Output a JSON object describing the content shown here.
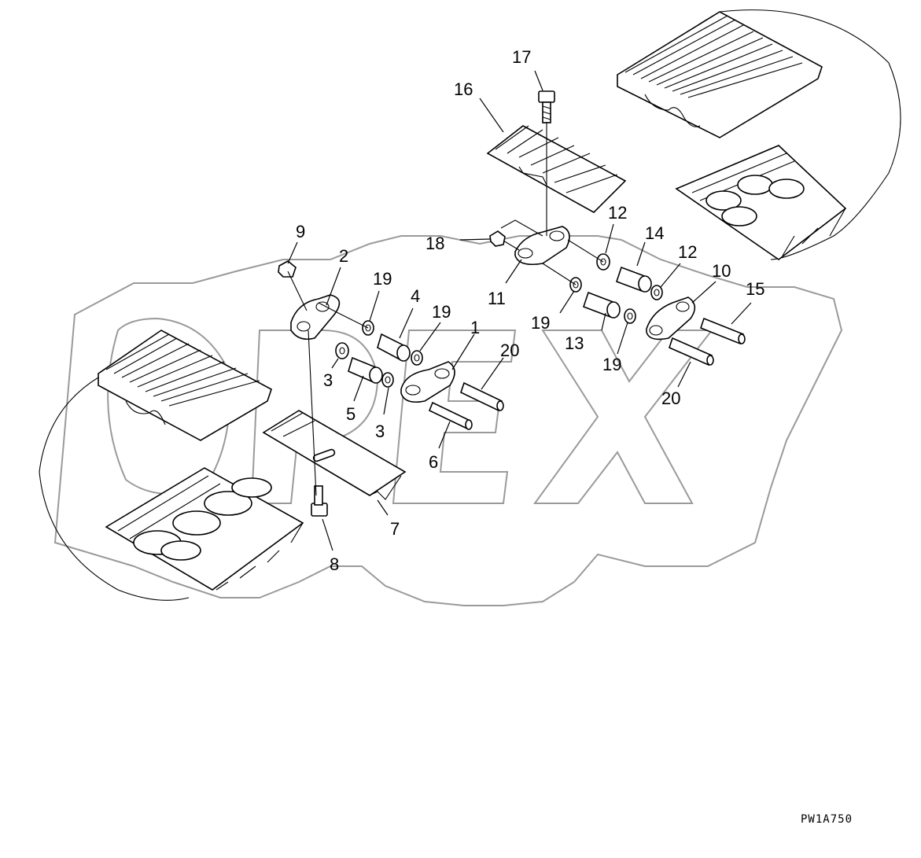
{
  "watermark": {
    "text": "OPEX",
    "color": "#9a9a9a"
  },
  "drawing_code": "PW1A750",
  "callouts": [
    {
      "id": "17",
      "label": "17"
    },
    {
      "id": "16",
      "label": "16"
    },
    {
      "id": "12a",
      "label": "12"
    },
    {
      "id": "14",
      "label": "14"
    },
    {
      "id": "12b",
      "label": "12"
    },
    {
      "id": "10",
      "label": "10"
    },
    {
      "id": "15",
      "label": "15"
    },
    {
      "id": "9",
      "label": "9"
    },
    {
      "id": "2",
      "label": "2"
    },
    {
      "id": "18",
      "label": "18"
    },
    {
      "id": "11",
      "label": "11"
    },
    {
      "id": "19a",
      "label": "19"
    },
    {
      "id": "4",
      "label": "4"
    },
    {
      "id": "19b",
      "label": "19"
    },
    {
      "id": "1",
      "label": "1"
    },
    {
      "id": "20a",
      "label": "20"
    },
    {
      "id": "19c",
      "label": "19"
    },
    {
      "id": "13",
      "label": "13"
    },
    {
      "id": "19d",
      "label": "19"
    },
    {
      "id": "20b",
      "label": "20"
    },
    {
      "id": "3a",
      "label": "3"
    },
    {
      "id": "5",
      "label": "5"
    },
    {
      "id": "3b",
      "label": "3"
    },
    {
      "id": "6",
      "label": "6"
    },
    {
      "id": "7",
      "label": "7"
    },
    {
      "id": "8",
      "label": "8"
    }
  ]
}
